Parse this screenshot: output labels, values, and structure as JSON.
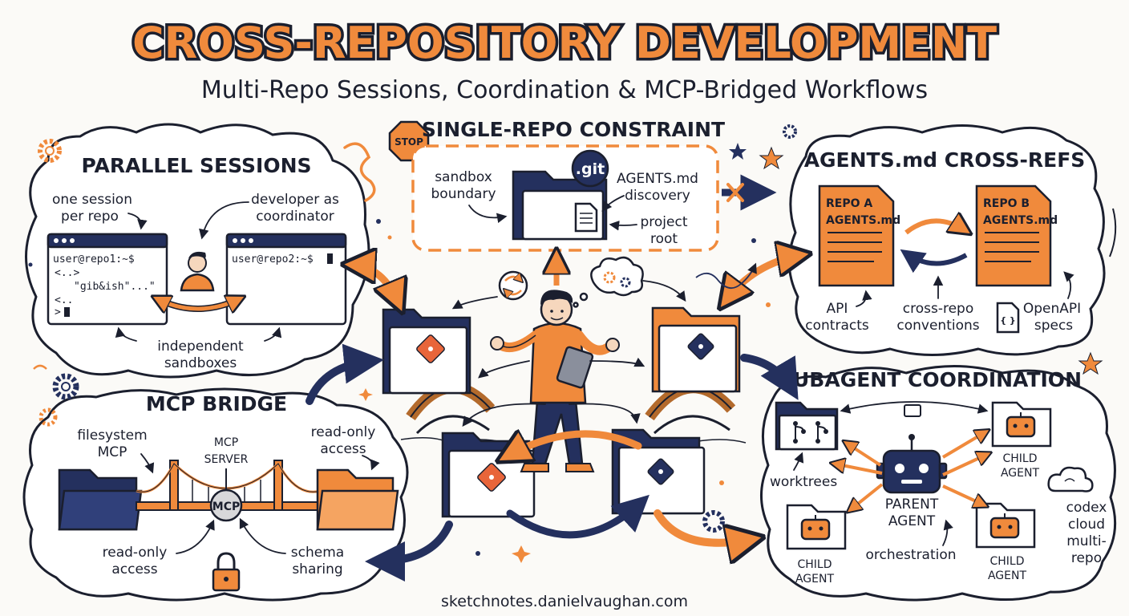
{
  "title": "CROSS-REPOSITORY DEVELOPMENT",
  "subtitle": "Multi-Repo Sessions, Coordination & MCP-Bridged Workflows",
  "footer": "sketchnotes.danielvaughan.com",
  "colors": {
    "orange": "#f08a3c",
    "navy": "#24305e",
    "ink": "#1b1f2e",
    "paper": "#fbfaf7"
  },
  "parallel": {
    "heading": "PARALLEL SESSIONS",
    "one_session": [
      "one session",
      "per repo"
    ],
    "developer": [
      "developer as",
      "coordinator"
    ],
    "term1": [
      "user@repo1:~$",
      "<..>",
      "\"gib&ish\"...\"",
      "<..",
      ">"
    ],
    "term2": "user@repo2:~$",
    "independent": [
      "independent",
      "sandboxes"
    ]
  },
  "single": {
    "stop": "STOP",
    "heading": "SINGLE-REPO CONSTRAINT",
    "sandbox": [
      "sandbox",
      "boundary"
    ],
    "git": ".git",
    "agents_md": [
      "AGENTS.md",
      "discovery"
    ],
    "project": [
      "project",
      "root"
    ]
  },
  "crossrefs": {
    "heading": "AGENTS.md CROSS-REFS",
    "doc_a": [
      "REPO A",
      "AGENTS.md"
    ],
    "doc_b": [
      "REPO B",
      "AGENTS.md"
    ],
    "api": [
      "API",
      "contracts"
    ],
    "conventions": [
      "cross-repo",
      "conventions"
    ],
    "openapi": [
      "OpenAPI",
      "specs"
    ],
    "braces": "{ }"
  },
  "mcp": {
    "heading": "MCP BRIDGE",
    "filesystem": [
      "filesystem",
      "MCP"
    ],
    "server": [
      "MCP",
      "SERVER"
    ],
    "readonly_top": [
      "read-only",
      "access"
    ],
    "node": "MCP",
    "readonly_bottom": [
      "read-only",
      "access"
    ],
    "schema": [
      "schema",
      "sharing"
    ]
  },
  "subagent": {
    "heading": "SUBAGENT COORDINATION",
    "worktrees": "worktrees",
    "parent": [
      "PARENT",
      "AGENT"
    ],
    "child": [
      "CHILD",
      "AGENT"
    ],
    "orchestration": "orchestration",
    "codex": [
      "codex",
      "cloud",
      "multi-",
      "repo"
    ]
  }
}
